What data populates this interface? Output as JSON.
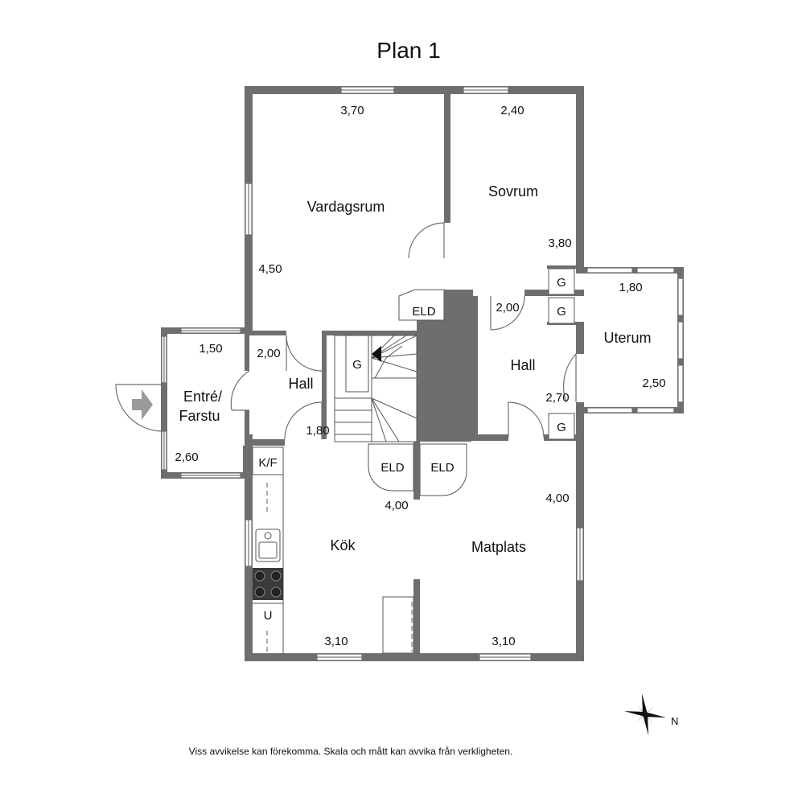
{
  "title": "Plan 1",
  "rooms": {
    "vardagsrum": "Vardagsrum",
    "sovrum": "Sovrum",
    "hall_left": "Hall",
    "hall_right": "Hall",
    "entre_line1": "Entré/",
    "entre_line2": "Farstu",
    "uterum": "Uterum",
    "kok": "Kök",
    "matplats": "Matplats"
  },
  "fixtures": {
    "eld_center": "ELD",
    "eld_low_left": "ELD",
    "eld_low_right": "ELD",
    "g_stair": "G",
    "g_right_1": "G",
    "g_right_2": "G",
    "g_right_3": "G",
    "kf": "K/F",
    "u": "U"
  },
  "dimensions": {
    "vardagsrum_width": "3,70",
    "sovrum_width": "2,40",
    "vardagsrum_depth": "4,50",
    "sovrum_depth": "3,80",
    "uterum_width": "1,80",
    "hall_right_width": "2,00",
    "entre_width": "1,50",
    "hall_left_width": "2,00",
    "uterum_depth": "2,50",
    "hall_right_depth": "2,70",
    "hall_left_depth": "1,80",
    "entre_depth": "2,60",
    "eld_wall": "4,00",
    "matplats_depth": "4,00",
    "kok_width": "3,10",
    "matplats_width": "3,10"
  },
  "compass": {
    "north_label": "N"
  },
  "footer": "Viss avvikelse kan förekomma. Skala och mått kan avvika från verkligheten."
}
